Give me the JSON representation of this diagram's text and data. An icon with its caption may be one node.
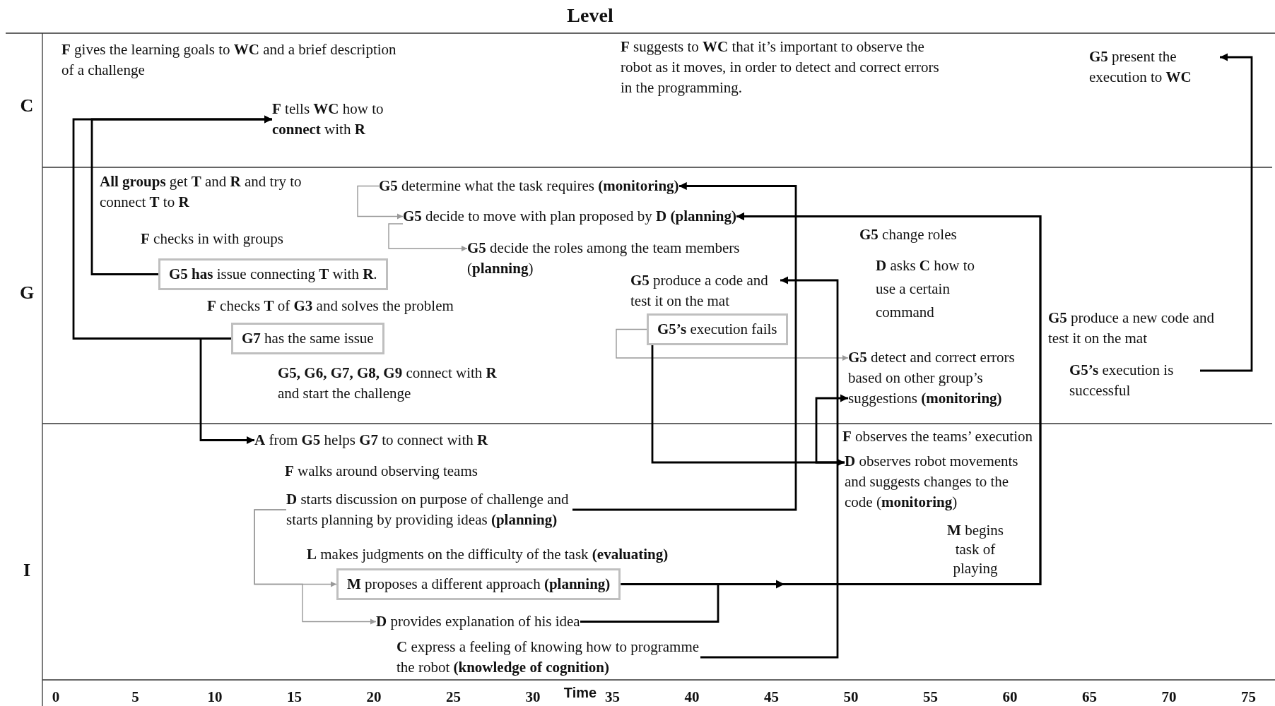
{
  "diagram": {
    "title": "Level",
    "nodes": [
      {
        "text": [
          "**F** gives the learning goals to **WC** and a brief description of a challenge"
        ]
      },
      {
        "text": [
          "**F** tells **WC** how to **connect** with **R**"
        ]
      },
      {
        "text": [
          "**F** suggests to **WC** that it’s important to observe the robot as it moves, in order to detect and correct errors in the programming."
        ]
      },
      {
        "text": [
          "**G5** present the execution to **WC**"
        ]
      },
      {
        "text": [
          "**All groups** get **T** and **R** and try to connect **T** to **R**"
        ]
      },
      {
        "text": [
          "**G5** determine what the task requires **(monitoring)**"
        ]
      },
      {
        "text": [
          "**G5** decide to move with plan proposed by **D (planning)**"
        ]
      },
      {
        "text": [
          "**F** checks in with groups"
        ]
      },
      {
        "text": [
          "**G5** decide the roles among the team members (**planning**)"
        ]
      },
      {
        "text": [
          "**G5** change roles"
        ]
      },
      {
        "text": [
          "**D** asks **C** how to use a certain command"
        ]
      },
      {
        "text": [
          "**G5 has** issue connecting **T** with **R**."
        ]
      },
      {
        "text": [
          "**G5** produce a code and test it on the mat"
        ]
      },
      {
        "text": [
          "**F** checks **T** of **G3** and solves the problem"
        ]
      },
      {
        "text": [
          "**G5’s** execution fails"
        ]
      },
      {
        "text": [
          "**G7** has the same issue"
        ]
      },
      {
        "text": [
          "**G5** produce a new code and test it on the mat"
        ]
      },
      {
        "text": [
          "**G5** detect and correct errors based on other group’s suggestions **(monitoring)**"
        ]
      },
      {
        "text": [
          "**G5, G6, G7, G8, G9** connect with **R** and start the challenge"
        ]
      },
      {
        "text": [
          "**G5’s** execution is successful"
        ]
      },
      {
        "text": [
          "**A** from **G5** helps **G7** to connect with **R**"
        ]
      },
      {
        "text": [
          "**F** observes the teams’ execution"
        ]
      },
      {
        "text": [
          "**F** walks around observing teams"
        ]
      },
      {
        "text": [
          "**D** observes robot movements and suggests changes to the code (**monitoring**)"
        ]
      },
      {
        "text": [
          "**D** starts discussion on purpose of challenge and starts planning by providing ideas **(planning)**"
        ]
      },
      {
        "text": [
          "**M** begins task of playing"
        ]
      },
      {
        "text": [
          "**L** makes judgments on the difficulty of the task **(evaluating)**"
        ]
      },
      {
        "text": [
          "**M** proposes a different approach **(planning)**"
        ]
      },
      {
        "text": [
          "**D** provides explanation of his idea"
        ]
      },
      {
        "text": [
          "**C** express a feeling of knowing how to programme the robot **(knowledge of cognition)**"
        ]
      }
    ],
    "edges": [
      {
        "from": 11,
        "to": 1,
        "arrow": "to"
      },
      {
        "from": 15,
        "to": 1,
        "arrow": "to"
      },
      {
        "from": 15,
        "to": 20,
        "arrow": "to"
      },
      {
        "from": 5,
        "to": 6,
        "arrow": "to",
        "color": "#999999"
      },
      {
        "from": 6,
        "to": 8,
        "arrow": "to",
        "color": "#999999"
      },
      {
        "from": 14,
        "to": 17,
        "arrow": "to",
        "color": "#999999"
      },
      {
        "from": 14,
        "to": 23,
        "arrow": "to"
      },
      {
        "from": 23,
        "to": 17,
        "arrow": "to"
      },
      {
        "from": 24,
        "to": 5,
        "arrow": "to"
      },
      {
        "from": 24,
        "to": 27,
        "arrow": "to",
        "color": "#999999"
      },
      {
        "from": 24,
        "to": 28,
        "arrow": "to",
        "color": "#999999"
      },
      {
        "from": 27,
        "to": 6,
        "arrow": "to"
      },
      {
        "from": 28,
        "to": 6,
        "arrow": "to"
      },
      {
        "from": 29,
        "to": 12,
        "arrow": "to"
      },
      {
        "from": 19,
        "to": 3,
        "arrow": "to"
      }
    ],
    "labels": [
      "C",
      "G",
      "I",
      "0",
      "5",
      "10",
      "15",
      "20",
      "25",
      "30",
      "Time",
      "35",
      "40",
      "45",
      "50",
      "55",
      "60",
      "65",
      "70",
      "75"
    ]
  }
}
